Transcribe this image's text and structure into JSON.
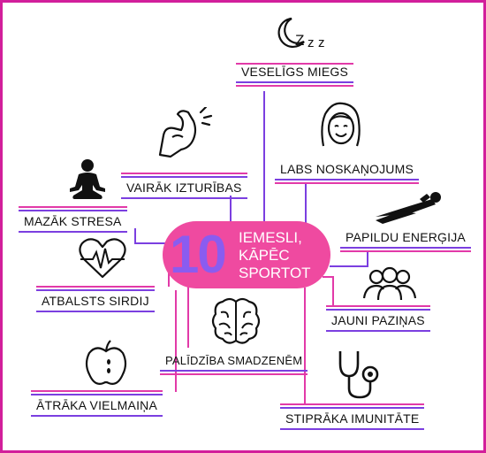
{
  "center": {
    "number": "10",
    "line1": "IEMESLI,",
    "line2": "KĀPĒC",
    "line3": "SPORTOT"
  },
  "reasons": [
    {
      "label": "VESELĪGS MIEGS",
      "icon": "sleep-zzz-icon"
    },
    {
      "label": "VAIRĀK IZTURĪBAS",
      "icon": "flexed-arm-icon"
    },
    {
      "label": "LABS NOSKAŅOJUMS",
      "icon": "smiling-woman-icon"
    },
    {
      "label": "MAZĀK STRESA",
      "icon": "meditation-icon"
    },
    {
      "label": "PAPILDU ENERĢIJA",
      "icon": "flying-superhero-icon"
    },
    {
      "label": "ATBALSTS SIRDIJ",
      "icon": "heart-pulse-icon"
    },
    {
      "label": "JAUNI PAZIŅAS",
      "icon": "people-group-icon"
    },
    {
      "label": "PALĪDZĪBA SMADZENĒM",
      "icon": "brain-icon"
    },
    {
      "label": "ĀTRĀKA VIELMAIŅA",
      "icon": "apple-icon"
    },
    {
      "label": "STIPRĀKA IMUNITĀTE",
      "icon": "stethoscope-icon"
    }
  ],
  "colors": {
    "frame": "#d21f9b",
    "hub": "#ef4aa0",
    "hub_number": "#8a5cf0",
    "line_purple": "#7b3fe0",
    "line_pink": "#e23aa8"
  }
}
